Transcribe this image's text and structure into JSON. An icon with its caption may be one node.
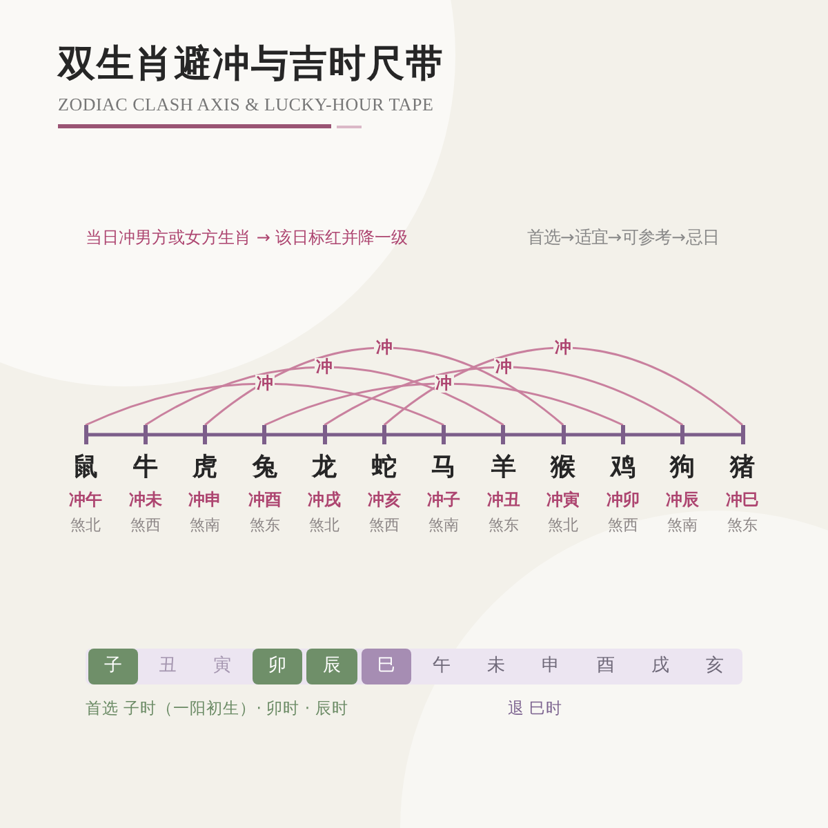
{
  "diagram": {
    "title": "双生肖避冲与吉时尺带",
    "nodes": [
      {
        "text": [
          "鼠",
          "冲午",
          "煞北"
        ]
      },
      {
        "text": [
          "牛",
          "冲未",
          "煞西"
        ]
      },
      {
        "text": [
          "虎",
          "冲申",
          "煞南"
        ]
      },
      {
        "text": [
          "兔",
          "冲酉",
          "煞东"
        ]
      },
      {
        "text": [
          "龙",
          "冲戌",
          "煞北"
        ]
      },
      {
        "text": [
          "蛇",
          "冲亥",
          "煞西"
        ]
      },
      {
        "text": [
          "马",
          "冲子",
          "煞南"
        ]
      },
      {
        "text": [
          "羊",
          "冲丑",
          "煞东"
        ]
      },
      {
        "text": [
          "猴",
          "冲寅",
          "煞北"
        ]
      },
      {
        "text": [
          "鸡",
          "冲卯",
          "煞西"
        ]
      },
      {
        "text": [
          "狗",
          "冲辰",
          "煞南"
        ]
      },
      {
        "text": [
          "猪",
          "冲巳",
          "煞东"
        ]
      },
      {
        "text": [],
        "shape": "bar"
      },
      {
        "text": [
          "子"
        ],
        "in": 12
      },
      {
        "text": [
          "丑"
        ],
        "in": 12
      },
      {
        "text": [
          "寅"
        ],
        "in": 12
      },
      {
        "text": [
          "卯"
        ],
        "in": 12
      },
      {
        "text": [
          "辰"
        ],
        "in": 12
      },
      {
        "text": [
          "巳"
        ],
        "in": 12
      },
      {
        "text": [
          "午"
        ],
        "in": 12
      },
      {
        "text": [
          "未"
        ],
        "in": 12
      },
      {
        "text": [
          "申"
        ],
        "in": 12
      },
      {
        "text": [
          "酉"
        ],
        "in": 12
      },
      {
        "text": [
          "戌"
        ],
        "in": 12
      },
      {
        "text": [
          "亥"
        ],
        "in": 12
      }
    ],
    "edges": [
      {
        "from": 0,
        "to": 6,
        "arrow": "none",
        "label": "冲"
      },
      {
        "from": 1,
        "to": 7,
        "arrow": "none",
        "label": "冲"
      },
      {
        "from": 2,
        "to": 8,
        "arrow": "none",
        "label": "冲"
      },
      {
        "from": 3,
        "to": 9,
        "arrow": "none",
        "label": "冲"
      },
      {
        "from": 4,
        "to": 10,
        "arrow": "none",
        "label": "冲"
      },
      {
        "from": 5,
        "to": 11,
        "arrow": "none",
        "label": "冲"
      }
    ],
    "labels": [
      "ZODIAC CLASH AXIS & LUCKY-HOUR TAPE",
      "当日冲男方或女方生肖 → 该日标红并降一级",
      "首选→适宜→可参考→忌日",
      "首选 子时（一阳初生）· 卯时 · 辰时",
      "退 巳时"
    ]
  }
}
